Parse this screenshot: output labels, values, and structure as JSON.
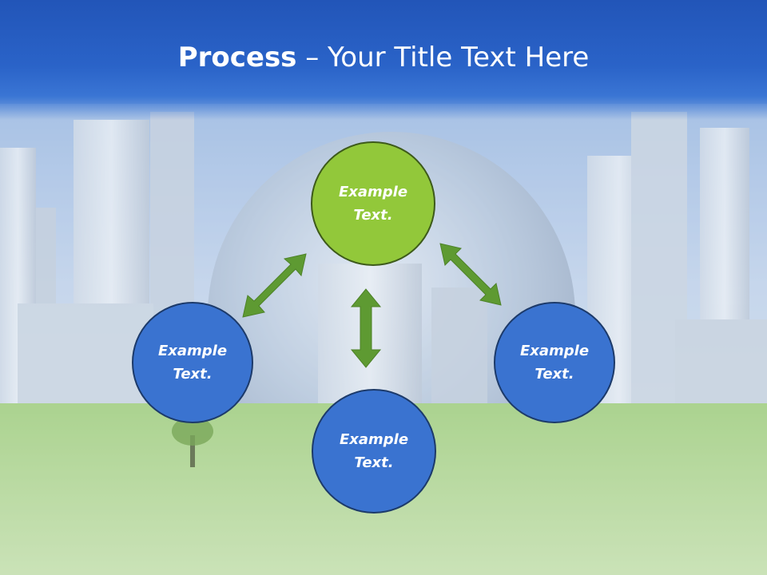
{
  "slide": {
    "title_bold": "Process",
    "title_rest": " – Your Title Text Here"
  },
  "nodes": {
    "top": {
      "line1": "Example",
      "line2": "Text."
    },
    "left": {
      "line1": "Example",
      "line2": "Text."
    },
    "right": {
      "line1": "Example",
      "line2": "Text."
    },
    "bottom": {
      "line1": "Example",
      "line2": "Text."
    }
  },
  "colors": {
    "title_band": "#2a63c8",
    "node_blue": "#3a73d0",
    "node_green": "#92c83a",
    "arrow_green": "#5e9a32"
  }
}
